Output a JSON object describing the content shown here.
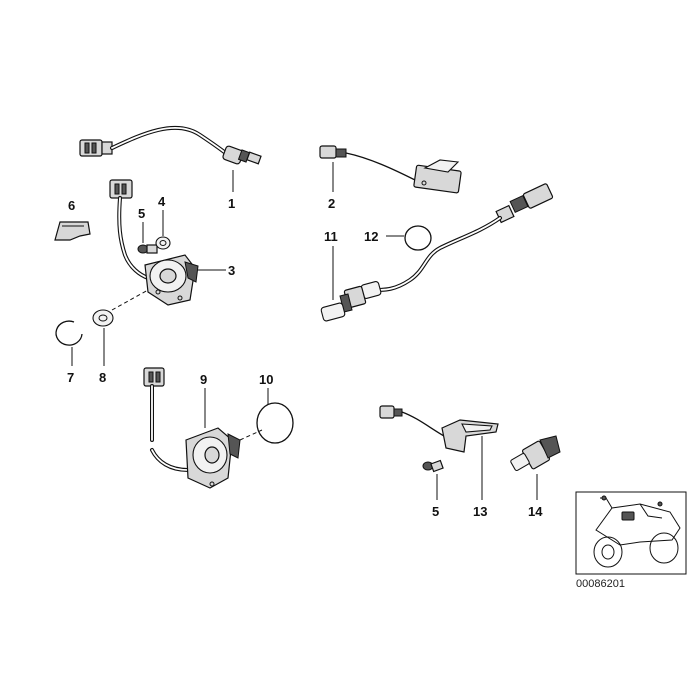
{
  "labels": {
    "p1": "1",
    "p2": "2",
    "p3": "3",
    "p4": "4",
    "p5a": "5",
    "p5b": "5",
    "p6": "6",
    "p7": "7",
    "p8": "8",
    "p9": "9",
    "p10": "10",
    "p11": "11",
    "p12": "12",
    "p13": "13",
    "p14": "14"
  },
  "diagram_code": "00086201",
  "thumbnail_icon": "motorcycle-icon"
}
